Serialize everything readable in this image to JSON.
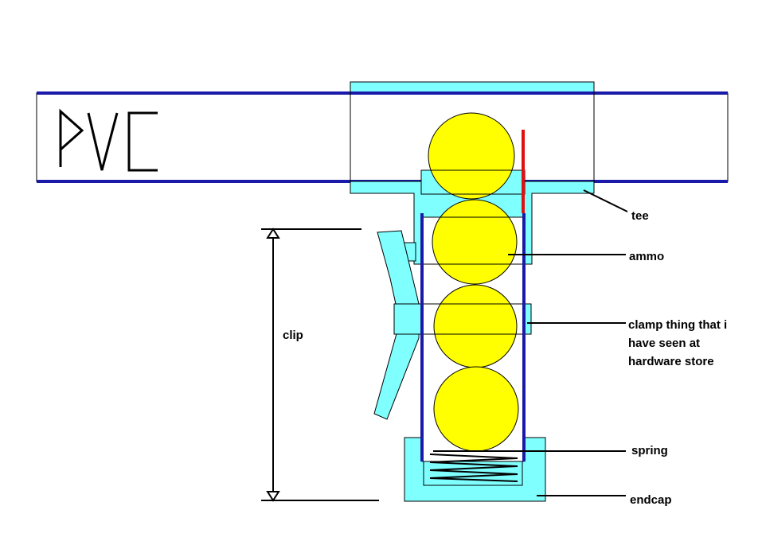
{
  "title_text": "PVC",
  "labels": {
    "tee": "tee",
    "ammo": "ammo",
    "clamp_line1": "clamp thing that i",
    "clamp_line2": "have seen at",
    "clamp_line3": "hardware store",
    "spring": "spring",
    "endcap": "endcap",
    "clip": "clip"
  },
  "colors": {
    "pipe_outline": "#1a1aa8",
    "fitting_fill": "#80ffff",
    "ammo_fill": "#ffff00",
    "trigger_red": "#e01010",
    "ink": "#000000"
  },
  "ammo_count": 4
}
